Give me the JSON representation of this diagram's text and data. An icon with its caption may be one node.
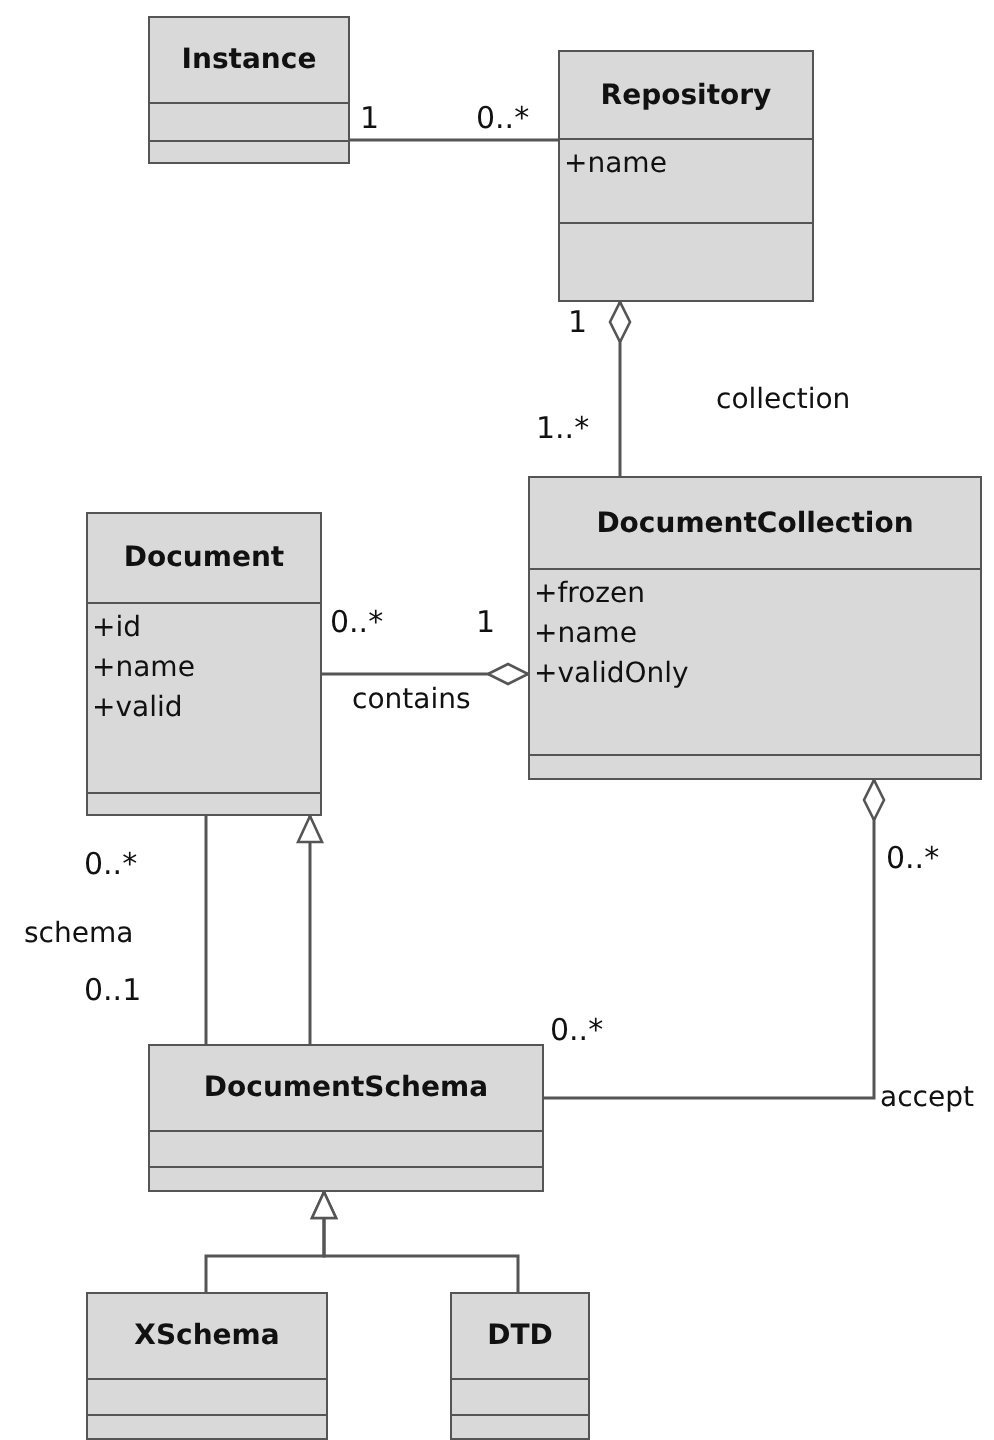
{
  "diagram": {
    "nodes": [
      {
        "text": [
          "Instance"
        ]
      },
      {
        "text": [
          "Repository",
          "+name"
        ]
      },
      {
        "text": [
          "DocumentCollection",
          "+frozen",
          "+name",
          "+validOnly"
        ]
      },
      {
        "text": [
          "Document",
          "+id",
          "+name",
          "+valid"
        ]
      },
      {
        "text": [
          "DocumentSchema"
        ]
      },
      {
        "text": [
          "XSchema"
        ]
      },
      {
        "text": [
          "DTD"
        ]
      }
    ],
    "edges": [
      {
        "from": 0,
        "to": 1,
        "arrow": "none"
      },
      {
        "from": 2,
        "to": 1,
        "arrow": "other",
        "label": "collection"
      },
      {
        "from": 3,
        "to": 2,
        "arrow": "other",
        "label": "contains"
      },
      {
        "from": 3,
        "to": 4,
        "arrow": "none",
        "label": "schema"
      },
      {
        "from": 4,
        "to": 3,
        "arrow": "to"
      },
      {
        "from": 4,
        "to": 2,
        "arrow": "other",
        "label": "accept"
      },
      {
        "from": 5,
        "to": 4,
        "arrow": "to"
      },
      {
        "from": 6,
        "to": 4,
        "arrow": "to"
      }
    ],
    "labels": [
      "1",
      "0..*",
      "1",
      "1..*",
      "0..*",
      "1",
      "0..*",
      "0..*",
      "0..1",
      "0..*"
    ]
  }
}
